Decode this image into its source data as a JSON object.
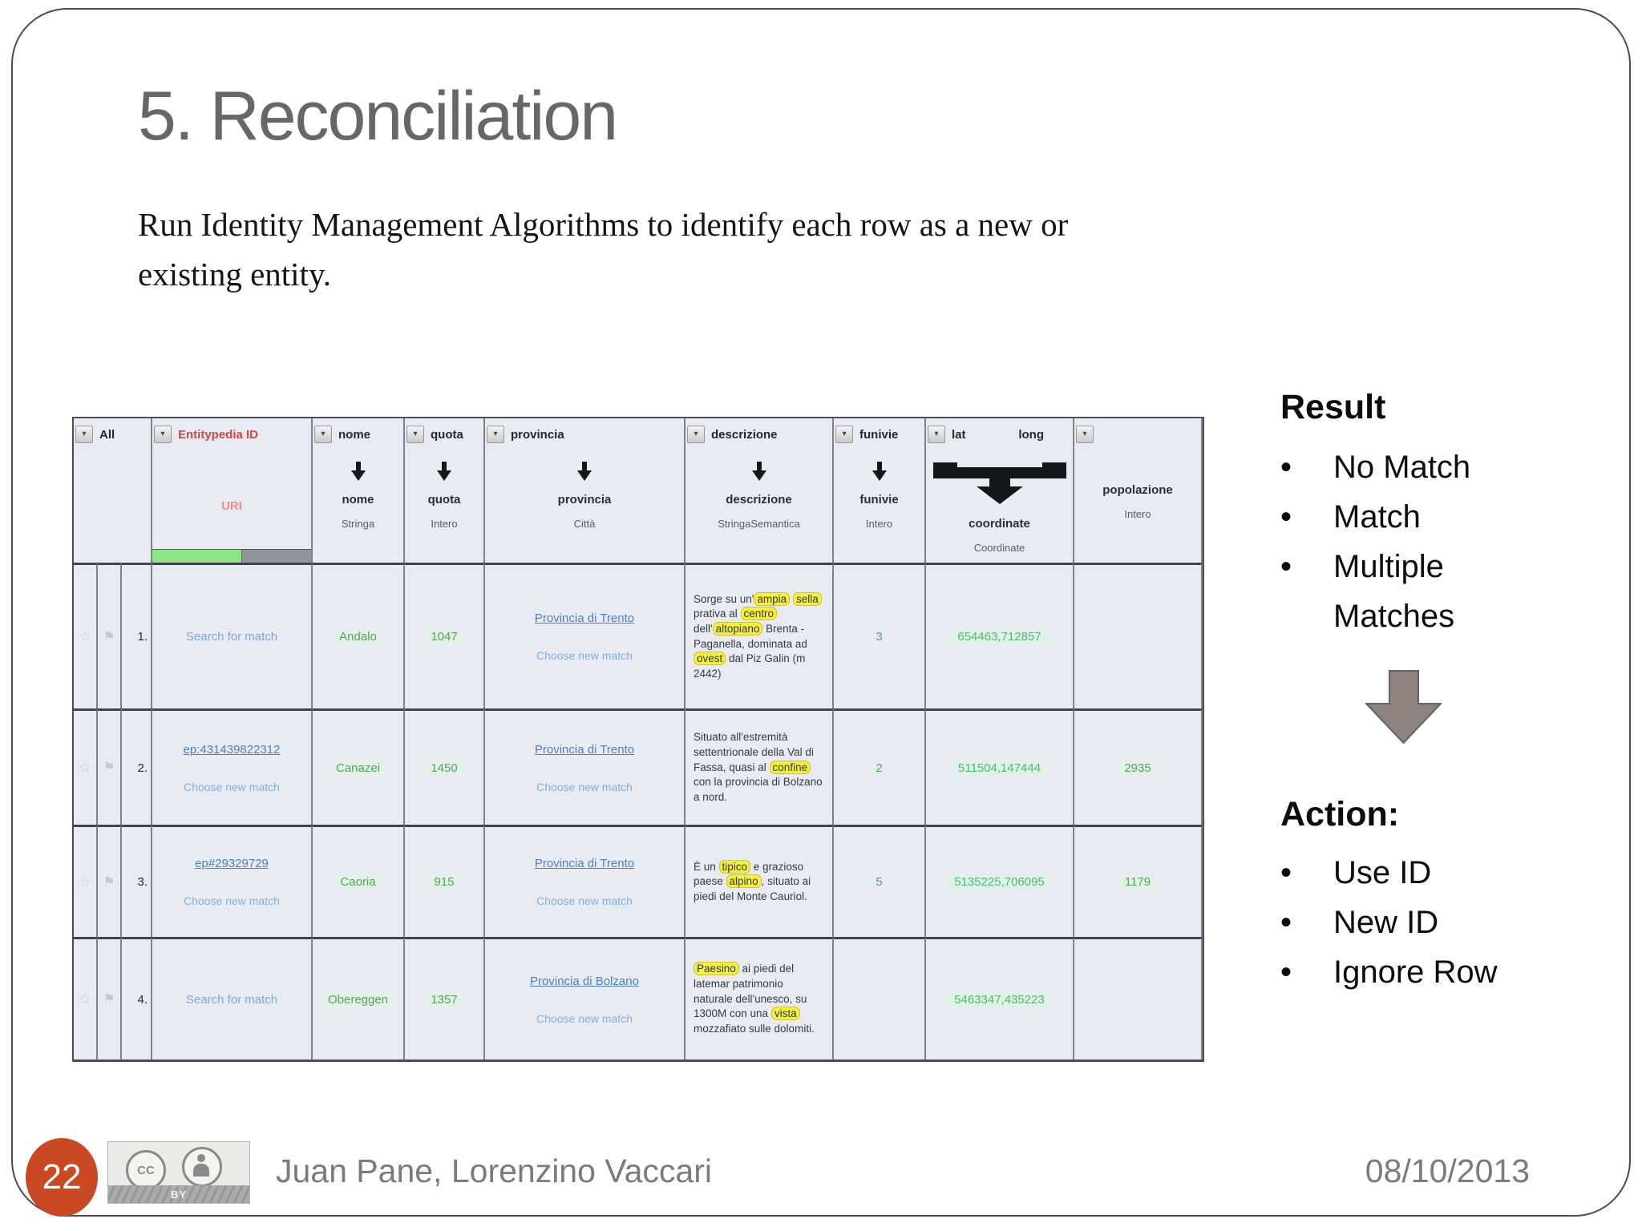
{
  "slide": {
    "title": "5. Reconciliation",
    "body_text": "Run Identity Management Algorithms to identify each row as a new or existing entity.",
    "page_number": "22",
    "authors": "Juan Pane, Lorenzino Vaccari",
    "date": "08/10/2013",
    "cc_logo_text": "CC",
    "cc_label": "BY"
  },
  "colors": {
    "accent_orange": "#c94a22",
    "link_blue": "#4f81bd",
    "light_link_blue": "#85aede",
    "value_green": "#55a35f",
    "highlight_yellow": "#f5ef3d",
    "header_red": "#cb4b44"
  },
  "result_panel": {
    "title": "Result",
    "items": [
      "No Match",
      "Match",
      "Multiple Matches"
    ],
    "arrow_icon": "down-arrow",
    "action_title": "Action:",
    "action_items": [
      "Use ID",
      "New ID",
      "Ignore Row"
    ]
  },
  "table": {
    "all_label": "All",
    "columns": [
      {
        "key": "entitypedia",
        "label": "Entitypedia ID",
        "sub_label": "URI",
        "progress": true
      },
      {
        "key": "nome",
        "label": "nome",
        "name": "nome",
        "type": "Stringa"
      },
      {
        "key": "quota",
        "label": "quota",
        "name": "quota",
        "type": "Intero"
      },
      {
        "key": "provincia",
        "label": "provincia",
        "name": "provincia",
        "type": "Città"
      },
      {
        "key": "descrizione",
        "label": "descrizione",
        "name": "descrizione",
        "type": "StringaSemantica"
      },
      {
        "key": "funivie",
        "label": "funivie",
        "name": "funivie",
        "type": "Intero"
      },
      {
        "key": "coordinate",
        "label_left": "lat",
        "label_right": "long",
        "name": "coordinate",
        "type": "Coordinate",
        "merge": true
      },
      {
        "key": "popolazione",
        "label": "",
        "name": "popolazione",
        "type": "Intero",
        "noarrow": true
      }
    ],
    "rows": [
      {
        "num": "1.",
        "entity": {
          "link": "Search for match",
          "underline": false,
          "choose": ""
        },
        "nome": "Andalo",
        "quota": "1047",
        "provincia": {
          "link": "Provincia di Trento",
          "choose": "Choose new match"
        },
        "descrizione": [
          {
            "t": "Sorge su un'"
          },
          {
            "t": "ampia",
            "h": true
          },
          {
            "t": " "
          },
          {
            "t": "sella",
            "h": true
          },
          {
            "t": " prativa al "
          },
          {
            "t": "centro",
            "h": true
          },
          {
            "t": " dell'"
          },
          {
            "t": "altopiano",
            "h": true
          },
          {
            "t": " Brenta - Paganella, dominata ad "
          },
          {
            "t": "ovest",
            "h": true
          },
          {
            "t": " dal Piz Galin (m 2442)"
          }
        ],
        "funivie": "3",
        "coordinate": "654463,712857",
        "popolazione": ""
      },
      {
        "num": "2.",
        "entity": {
          "link": "ep:431439822312",
          "underline": true,
          "choose": "Choose new match"
        },
        "nome": "Canazei",
        "quota": "1450",
        "provincia": {
          "link": "Provincia di Trento",
          "choose": "Choose new match"
        },
        "descrizione": [
          {
            "t": "Situato all'estremità settentrionale della Val di Fassa, quasi al "
          },
          {
            "t": "confine",
            "h": true
          },
          {
            "t": " con la provincia di Bolzano a nord."
          }
        ],
        "funivie": "2",
        "coordinate": "511504,147444",
        "popolazione": "2935"
      },
      {
        "num": "3.",
        "entity": {
          "link": "ep#29329729",
          "underline": true,
          "choose": "Choose new match"
        },
        "nome": "Caoria",
        "quota": "915",
        "provincia": {
          "link": "Provincia di Trento",
          "choose": "Choose new match"
        },
        "descrizione": [
          {
            "t": "È un "
          },
          {
            "t": "tipico",
            "h": true
          },
          {
            "t": " e grazioso paese "
          },
          {
            "t": "alpino",
            "h": true
          },
          {
            "t": ", situato ai piedi del Monte Cauriol."
          }
        ],
        "funivie": "5",
        "coordinate": "5135225,706095",
        "popolazione": "1179"
      },
      {
        "num": "4.",
        "entity": {
          "link": "Search for match",
          "underline": false,
          "choose": ""
        },
        "nome": "Obereggen",
        "quota": "1357",
        "provincia": {
          "link": "Provincia di Bolzano",
          "choose": "Choose new match"
        },
        "descrizione": [
          {
            "t": "Paesino",
            "h": true
          },
          {
            "t": " ai piedi del latemar patrimonio naturale dell'unesco, su 1300M con una "
          },
          {
            "t": "vista",
            "h": true
          },
          {
            "t": " mozzafiato sulle dolomiti."
          }
        ],
        "funivie": "",
        "coordinate": "5463347,435223",
        "popolazione": ""
      }
    ]
  }
}
